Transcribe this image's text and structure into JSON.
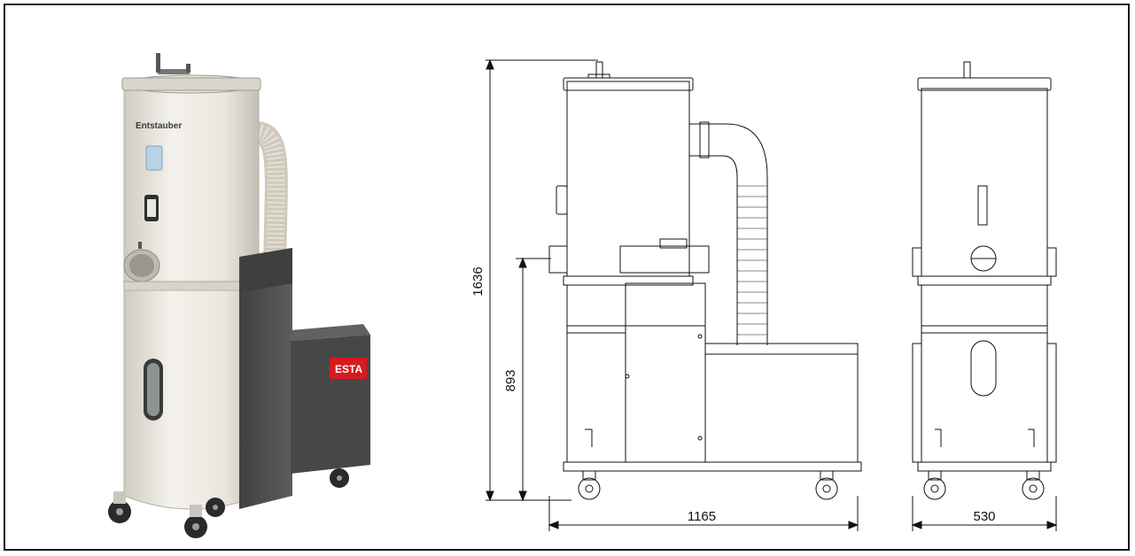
{
  "product": {
    "body_label": "Entstauber",
    "brand_label": "ESTA"
  },
  "dimensions": {
    "total_height": "1636",
    "inlet_height": "893",
    "length": "1165",
    "width": "530"
  },
  "colors": {
    "body": "#ece9e1",
    "panel": "#4c4f4e",
    "hose": "#ddd8cc",
    "brand": "#d71920",
    "line": "#111111"
  }
}
